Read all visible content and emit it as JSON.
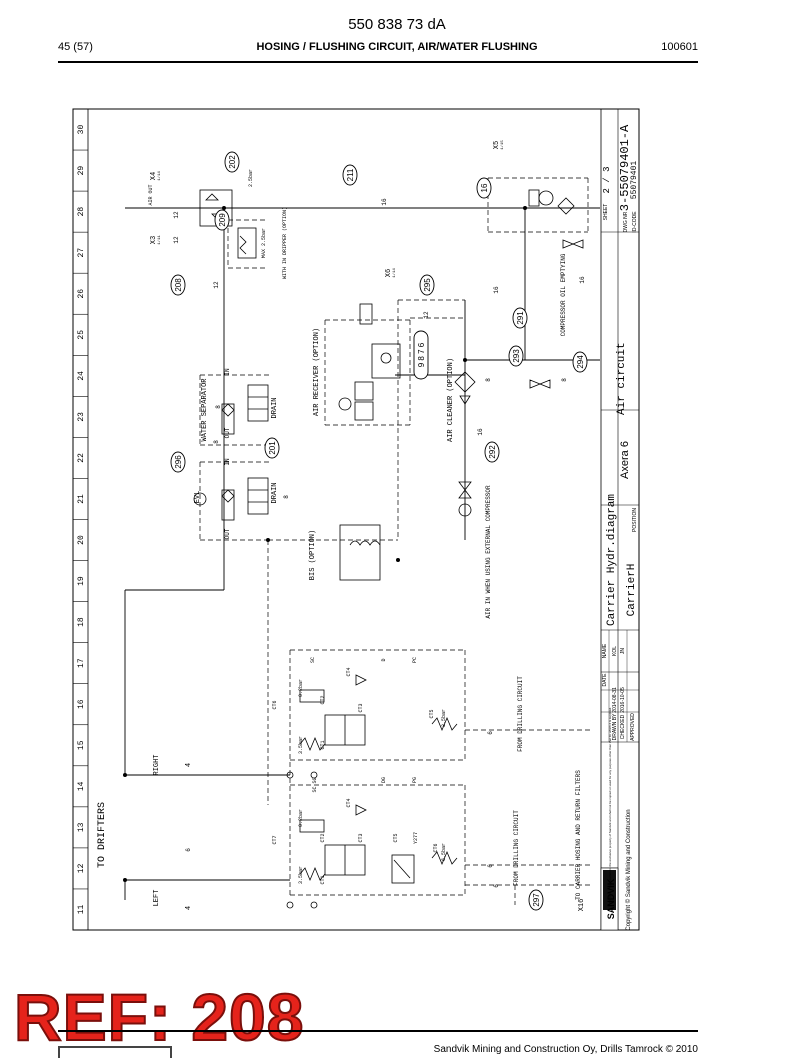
{
  "header": {
    "doc_number": "550 838 73 dA",
    "page": "45 (57)",
    "section_title": "HOSING / FLUSHING CIRCUIT, AIR/WATER FLUSHING",
    "revision": "100601"
  },
  "diagram": {
    "grid_columns": [
      "11",
      "12",
      "13",
      "14",
      "15",
      "16",
      "17",
      "18",
      "19",
      "20",
      "21",
      "22",
      "23",
      "24",
      "25",
      "26",
      "27",
      "28",
      "29",
      "30"
    ],
    "title_block": {
      "product": "Axera 6",
      "circuit": "Air circuit",
      "drawing_title": "Carrier Hydr.diagram",
      "assembly": "CarrierH",
      "sheet_label": "SHEET",
      "sheet_value": "2 / 3",
      "dwg_label": "DWG NR",
      "dwg_number": "3-55079401-A",
      "id_label": "ID-CODE",
      "id_code": "55079401",
      "date_label": "DATE",
      "name_label": "NAME",
      "drawn_label": "DRAWN BY",
      "drawn_date": "2014-08-31",
      "drawn_name": "KOL",
      "checked_label": "CHECKED",
      "checked_date": "2016-10-05",
      "checked_name": "JN",
      "approved_label": "APPROVED",
      "position_label": "POSITION",
      "company": "SANDVIK",
      "copyright": "Copyright © Sandvik Mining and Construction",
      "notice": "NOTICE: This document is the exclusive property of Sandvik and shall not be copied or used for any purpose other than that for which it is supplied."
    },
    "labels": {
      "to_drifters": "TO DRIFTERS",
      "right": "RIGHT",
      "left": "LEFT",
      "size4": "4",
      "water_separator": "WATER SEPARATOR",
      "evl": "EVL",
      "drain": "DRAIN",
      "in": "IN",
      "out": "OUT",
      "air_receiver": "AIR RECEIVER (OPTION)",
      "air_cleaner": "AIR CLEANER (OPTION)",
      "bis": "BIS (OPTION)",
      "air_in": "AIR IN WHEN USING EXTERNAL COMPRESSOR",
      "compressor_oil": "COMPRESSOR OIL EMPTYING",
      "air_out": "AIR OUT",
      "max_bar": "MAX 2.5bar",
      "with_dripper": "WITH IN DRIPPER (OPTION)",
      "from_drilling_1": "FROM DRILLING CIRCUIT",
      "from_drilling_2": "FROM DRILLING CIRCUIT",
      "to_carrier": "TO CARRIER HOSING AND RETURN FILTERS",
      "x16": "X16",
      "x3": "X3",
      "x3_size": "1/11",
      "x4": "X4",
      "x4_size": "1/14",
      "x5": "X5",
      "x5_size": "1/15",
      "x6": "X6",
      "x6_size": "1/14",
      "bar_2": "2.5bar",
      "p1": "0.2bar",
      "p2": "3.5bar",
      "p3": "0.2bar",
      "p4": "3.5bar",
      "p5": "3.5bar",
      "p6": "6.5bar",
      "ct1": "CT1",
      "ct2": "CT2",
      "ct3": "CT3",
      "ct4": "CT4",
      "ct5": "CT5",
      "ct6": "CT6",
      "ct7": "CT7",
      "y277": "Y277",
      "sc": "SC",
      "pc": "PC",
      "d": "D",
      "dg": "DG",
      "pg": "PG",
      "scsg": "SC SG"
    },
    "callouts": [
      "202",
      "209",
      "211",
      "16",
      "208",
      "295",
      "291",
      "9 8 7 6",
      "293",
      "294",
      "296",
      "201",
      "292",
      "297"
    ],
    "line_sizes": [
      "12",
      "12",
      "12",
      "16",
      "16",
      "16",
      "12",
      "8",
      "8",
      "8",
      "8",
      "16",
      "6",
      "6",
      "6",
      "6",
      "8"
    ]
  },
  "stamp": {
    "ref": "REF: 208"
  },
  "footer": {
    "text": "Sandvik Mining and Construction Oy, Drills Tamrock © 2010"
  }
}
